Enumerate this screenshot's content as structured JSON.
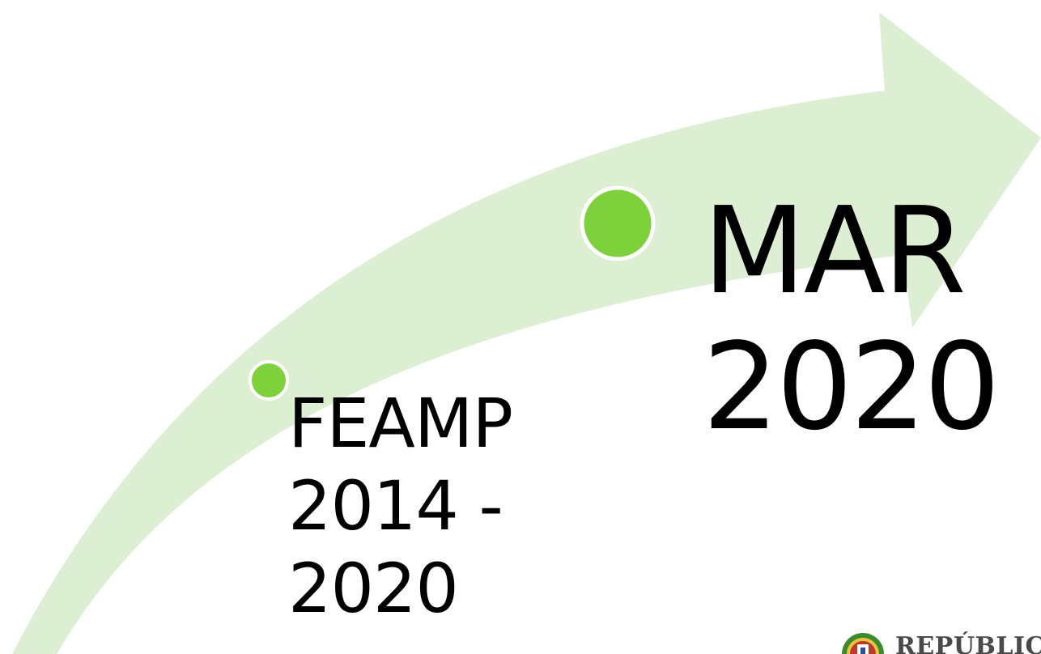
{
  "colors": {
    "arrow_fill": "#dcefd3",
    "dot_fill": "#7fd13b",
    "dot_stroke": "#ffffff",
    "text": "#000000"
  },
  "milestones": [
    {
      "line1": "FEAMP",
      "line2": "2014 -",
      "line3": "2020"
    },
    {
      "line1": "MAR",
      "line2": "2020"
    }
  ],
  "logo": {
    "text": "REPÚBLICA",
    "icon": "portugal-coat-of-arms-icon"
  }
}
